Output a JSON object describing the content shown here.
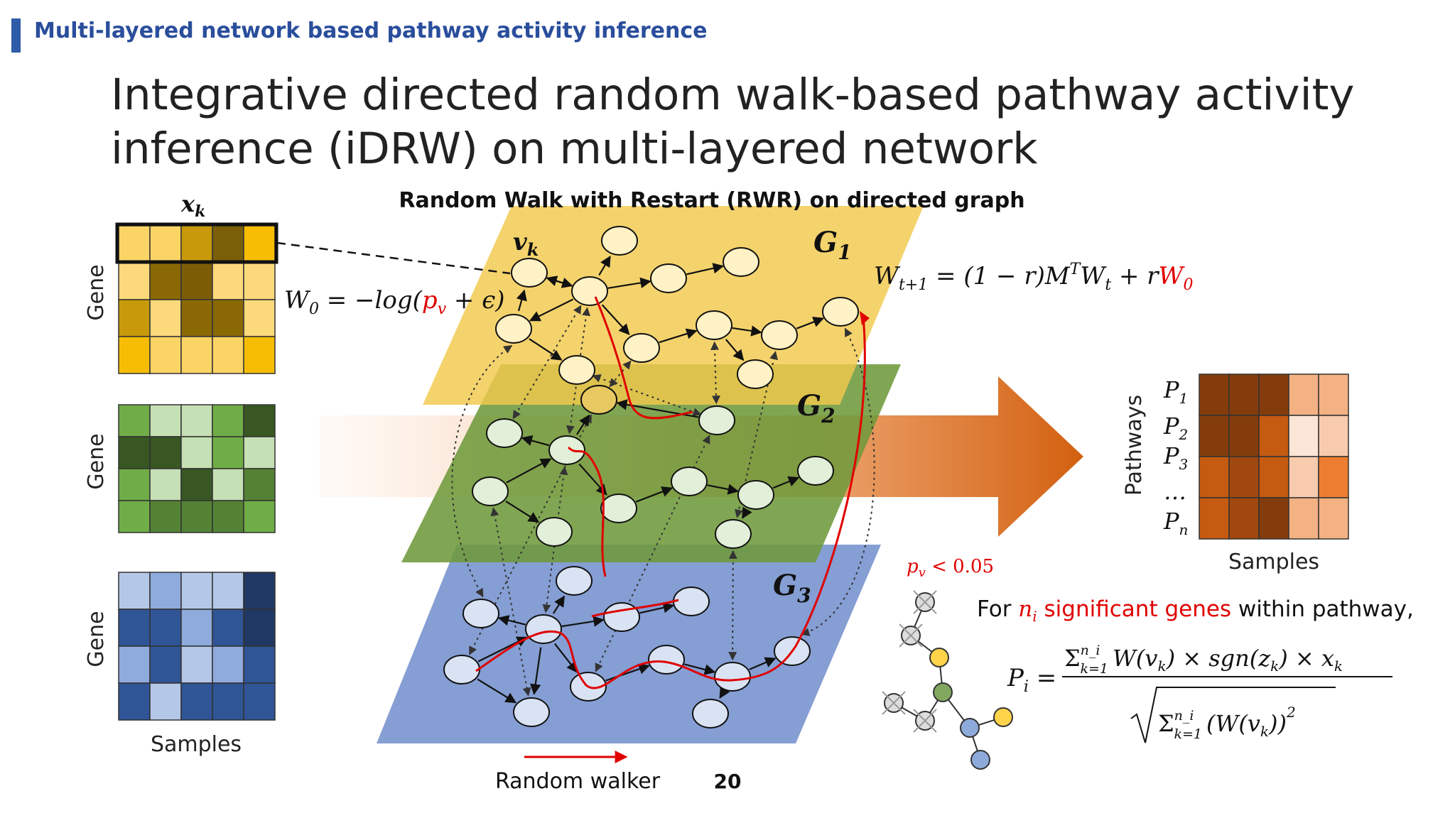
{
  "header": {
    "section_label": "Multi-layered network based pathway activity inference"
  },
  "title": {
    "line1": "Integrative directed random walk-based pathway activity",
    "line2_pre": "inference (",
    "line2_acronym": "iDRW",
    "line2_post": ") on multi-layered network"
  },
  "rwr_title": "Random Walk with Restart (RWR) on directed graph",
  "left_matrices": {
    "xk_label": "x",
    "xk_sub": "k",
    "gene_label": "Gene",
    "samples_label": "Samples",
    "yellow": [
      [
        "#fbd466",
        "#fbd466",
        "#c89a0b",
        "#7a5e08",
        "#f7bd05"
      ],
      [
        "#fcd97a",
        "#8a6905",
        "#7d5c06",
        "#fcd97a",
        "#fcd97a"
      ],
      [
        "#c89a0b",
        "#fcd97a",
        "#8a6905",
        "#8a6905",
        "#fcd97a"
      ],
      [
        "#f7bd05",
        "#fbd466",
        "#fbd466",
        "#fbd466",
        "#f7bd05"
      ]
    ],
    "green": [
      [
        "#70ad47",
        "#c5e0b4",
        "#c5e0b4",
        "#70ad47",
        "#385723"
      ],
      [
        "#385723",
        "#385723",
        "#c5e0b4",
        "#70ad47",
        "#c5e0b4"
      ],
      [
        "#70ad47",
        "#c5e0b4",
        "#385723",
        "#c5e0b4",
        "#548235"
      ],
      [
        "#70ad47",
        "#548235",
        "#548235",
        "#548235",
        "#70ad47"
      ]
    ],
    "blue": [
      [
        "#b4c7e7",
        "#8faadc",
        "#b4c7e7",
        "#b4c7e7",
        "#203864"
      ],
      [
        "#2f5597",
        "#2f5597",
        "#8faadc",
        "#2f5597",
        "#203864"
      ],
      [
        "#8faadc",
        "#2f5597",
        "#b4c7e7",
        "#8faadc",
        "#2f5597"
      ],
      [
        "#2f5597",
        "#b4c7e7",
        "#2f5597",
        "#2f5597",
        "#2f5597"
      ]
    ]
  },
  "layers": [
    {
      "name": "G",
      "sub": "1"
    },
    {
      "name": "G",
      "sub": "2"
    },
    {
      "name": "G",
      "sub": "3"
    }
  ],
  "node_label": {
    "main": "v",
    "sub": "k"
  },
  "formulas": {
    "w0_lhs": "W",
    "w0_sub": "0",
    "w0_mid": " = −log(",
    "w0_p": "p",
    "w0_psub": "v",
    "w0_end": " + ϵ)",
    "rwr_lhs": "W",
    "rwr_lhs_sub": "t+1",
    "rwr_mid": " = (1 − r)M",
    "rwr_sup": "T",
    "rwr_w": "W",
    "rwr_wsub": "t",
    "rwr_plus": " + r",
    "rwr_w0": "W",
    "rwr_w0sub": "0"
  },
  "pathways": {
    "axis_label": "Pathways",
    "samples_label": "Samples",
    "rows": [
      "P",
      "P",
      "P",
      "…",
      "P"
    ],
    "row_subs": [
      "1",
      "2",
      "3",
      "",
      "n"
    ],
    "colors": [
      [
        "#843c0c",
        "#843c0c",
        "#843c0c",
        "#f4b183",
        "#f4b183"
      ],
      [
        "#843c0c",
        "#843c0c",
        "#c55a11",
        "#fbe5d6",
        "#f8cbad"
      ],
      [
        "#c55a11",
        "#a0480f",
        "#c55a11",
        "#f8cbad",
        "#ed7d31"
      ],
      [
        "#c55a11",
        "#a0480f",
        "#843c0c",
        "#f4b183",
        "#f4b183"
      ]
    ]
  },
  "significance": {
    "label_p": "p",
    "label_sub": "v",
    "label_rest": " < 0.05"
  },
  "pathway_text": {
    "pre": "For ",
    "n": "n",
    "n_sub": "i",
    "red": " significant genes",
    "post": " within pathway,"
  },
  "pi_formula": {
    "lhs": "P",
    "lhs_sub": "i",
    "numerator": "Σ W(v_k) × sgn(z_k) × x_k",
    "num_sum_top": "n_i",
    "num_sum_bot": "k=1",
    "num_body": "W(v",
    "num_body2": ") × sgn(z",
    "num_body3": ") × x",
    "k": "k",
    "denominator_body": "(W(v",
    "denominator_end": "))",
    "sq": "2"
  },
  "legend": {
    "walker": "Random walker"
  },
  "page_number": "20",
  "colors": {
    "red": "#e00000",
    "header_blue": "#2a4e9c",
    "yellow_layer": "#f2c94c",
    "green_layer": "#6f9a3b",
    "blue_layer": "#7b96cf",
    "orange_arrow": "#d9661a"
  }
}
